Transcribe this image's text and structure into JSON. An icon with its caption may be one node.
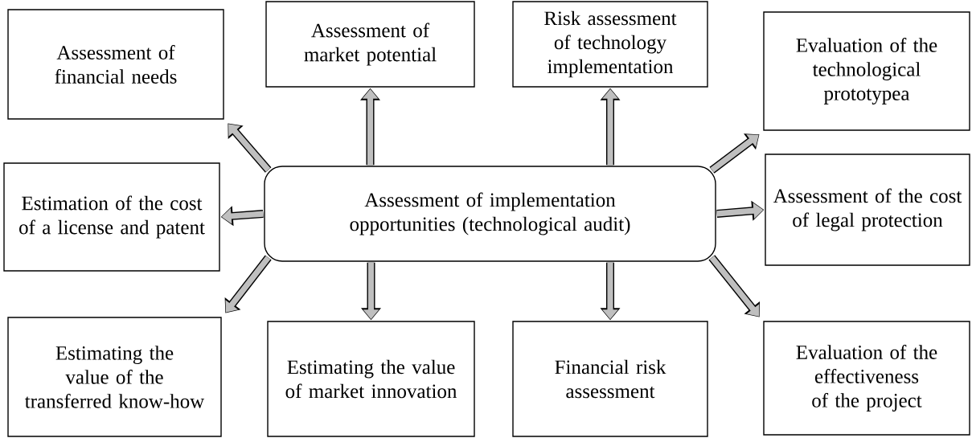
{
  "diagram": {
    "nodes": [
      {
        "text": [
          "Assessment of implementation opportunities (technological audit)"
        ]
      },
      {
        "text": [
          "Assessment of financial needs"
        ]
      },
      {
        "text": [
          "Assessment of market potential"
        ]
      },
      {
        "text": [
          "Risk assessment of technology implementation"
        ]
      },
      {
        "text": [
          "Evaluation of the technological prototypea"
        ]
      },
      {
        "text": [
          "Estimation of the cost of a license and patent"
        ]
      },
      {
        "text": [
          "Assessment of the cost of legal protection"
        ]
      },
      {
        "text": [
          "Estimating the value of the transferred know-how"
        ]
      },
      {
        "text": [
          "Estimating the value of market innovation"
        ]
      },
      {
        "text": [
          "Financial risk assessment"
        ]
      },
      {
        "text": [
          "Evaluation of the effectiveness of the project"
        ]
      }
    ],
    "edges": [
      {
        "from": 0,
        "to": 1,
        "arrow": "to"
      },
      {
        "from": 0,
        "to": 2,
        "arrow": "to"
      },
      {
        "from": 0,
        "to": 3,
        "arrow": "to"
      },
      {
        "from": 0,
        "to": 4,
        "arrow": "to"
      },
      {
        "from": 0,
        "to": 5,
        "arrow": "to"
      },
      {
        "from": 0,
        "to": 6,
        "arrow": "to"
      },
      {
        "from": 0,
        "to": 7,
        "arrow": "to"
      },
      {
        "from": 0,
        "to": 8,
        "arrow": "to"
      },
      {
        "from": 0,
        "to": 9,
        "arrow": "to"
      },
      {
        "from": 0,
        "to": 10,
        "arrow": "to"
      }
    ]
  }
}
